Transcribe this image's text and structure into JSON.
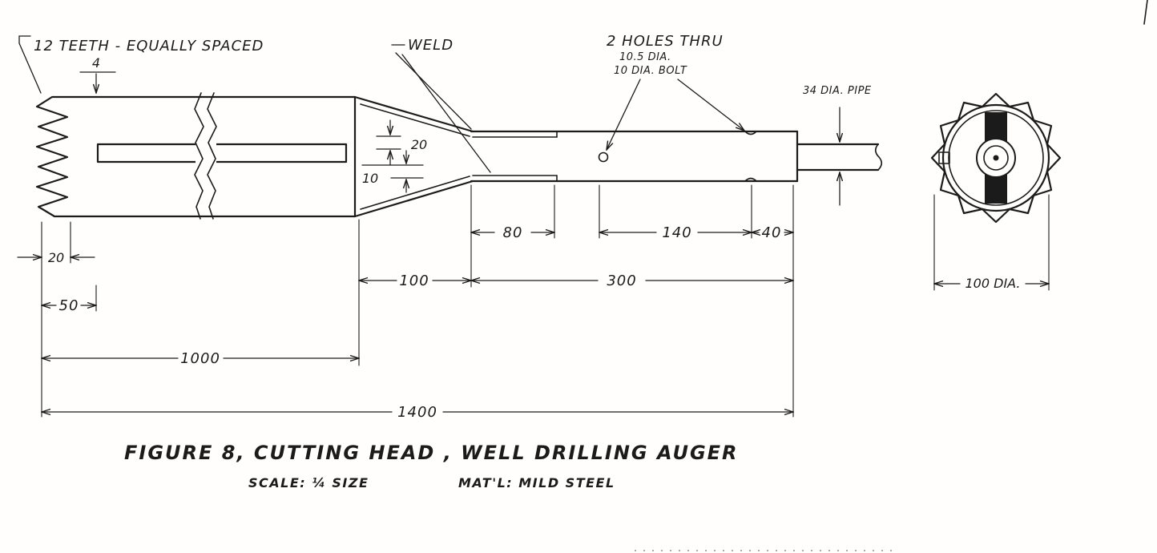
{
  "colors": {
    "ink": "#1b1b1b",
    "paper": "#fffefc"
  },
  "main_view": {
    "teeth_note": "12 TEETH - EQUALLY SPACED",
    "tooth_depth": "4",
    "weld_label": "WELD",
    "holes_note": {
      "line1": "2 HOLES THRU",
      "line2": "10.5 DIA.",
      "line3": "10 DIA.  BOLT"
    },
    "pipe_label": "34 DIA. PIPE",
    "dims": {
      "tooth_length": "20",
      "tip_to_slot": "50",
      "head_length": "1000",
      "overall": "1400",
      "taper": "100",
      "shaft": "300",
      "socket": "80",
      "hole_spacing": "140",
      "end_offset": "40",
      "throat_top": "20",
      "throat_bottom": "10"
    }
  },
  "end_view": {
    "diameter": "100 DIA."
  },
  "title_block": {
    "caption": "FIGURE 8,  CUTTING HEAD , WELL DRILLING AUGER",
    "scale": "SCALE: ¼ SIZE",
    "material": "MAT'L: MILD STEEL"
  }
}
